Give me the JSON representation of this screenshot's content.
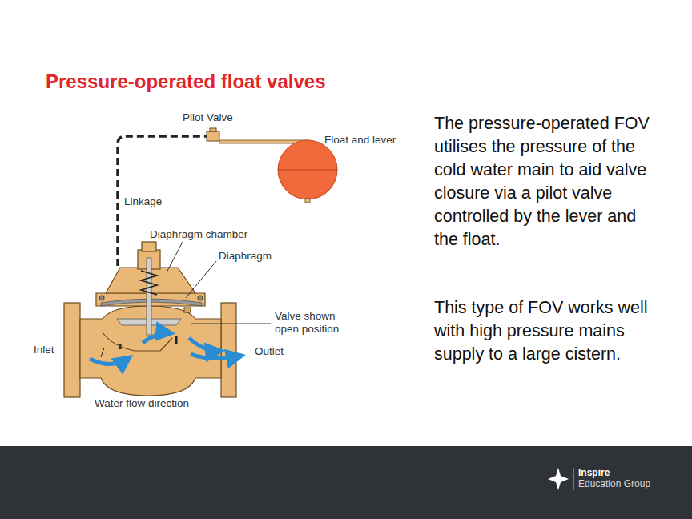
{
  "diagram": {
    "title": "Pressure-operated float valves",
    "labels": [
      "Pilot Valve",
      "Float and lever",
      "Linkage",
      "Diaphragm chamber",
      "Diaphragm",
      "Valve shown open position",
      "Inlet",
      "Outlet",
      "Water flow direction",
      "The pressure-operated FOV utilises the pressure of the cold water main to aid valve closure via a pilot valve controlled by the lever and the float.",
      "This type of FOV works well with high pressure mains supply to a large cistern.",
      "Inspire",
      "Education Group"
    ]
  }
}
